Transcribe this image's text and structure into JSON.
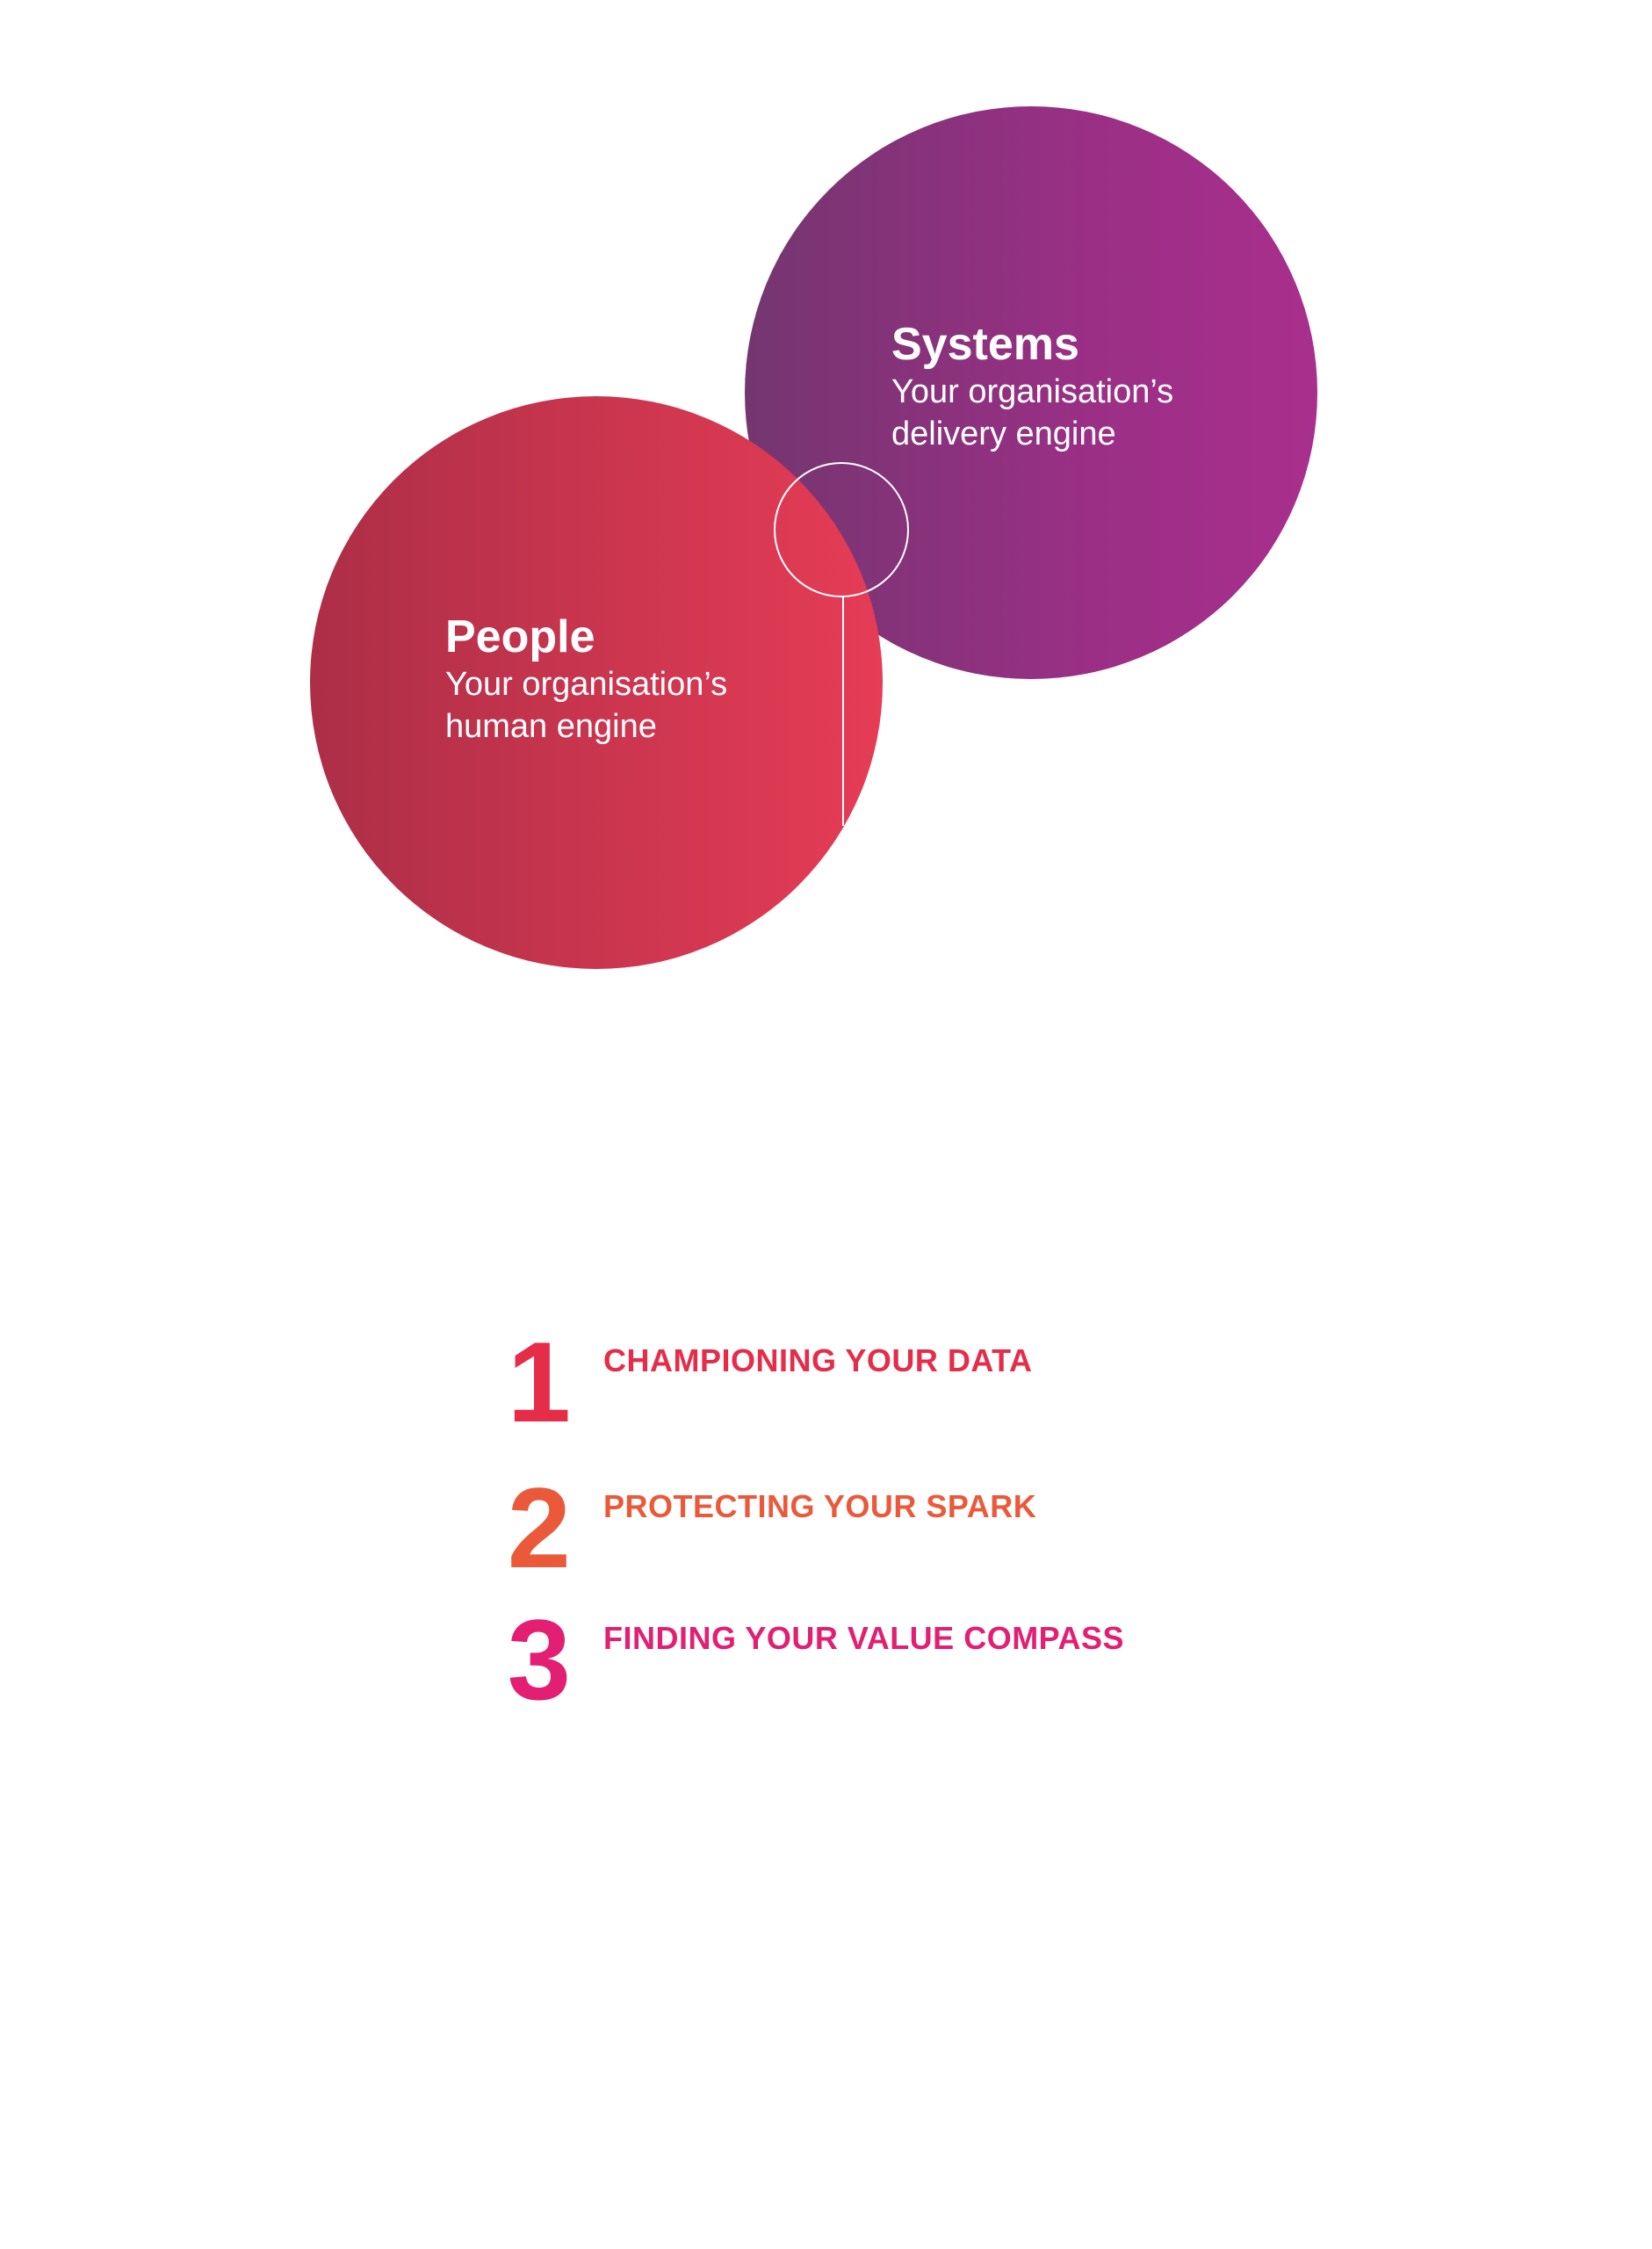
{
  "diagram": {
    "systems": {
      "title": "Systems",
      "line1": "Your organisation’s",
      "line2": "delivery engine",
      "color_dark": "#743670",
      "color_light": "#a92f8d"
    },
    "people": {
      "title": "People",
      "line1": "Your organisation’s",
      "line2": "human engine",
      "color_dark": "#ad2e47",
      "color_light": "#e63c56"
    }
  },
  "list": [
    {
      "number": "1",
      "heading": "CHAMPIONING YOUR DATA",
      "color": "#e52d4a"
    },
    {
      "number": "2",
      "heading": "PROTECTING YOUR SPARK",
      "color": "#ea5a3a"
    },
    {
      "number": "3",
      "heading": "FINDING YOUR VALUE COMPASS",
      "color": "#e21f72"
    }
  ]
}
